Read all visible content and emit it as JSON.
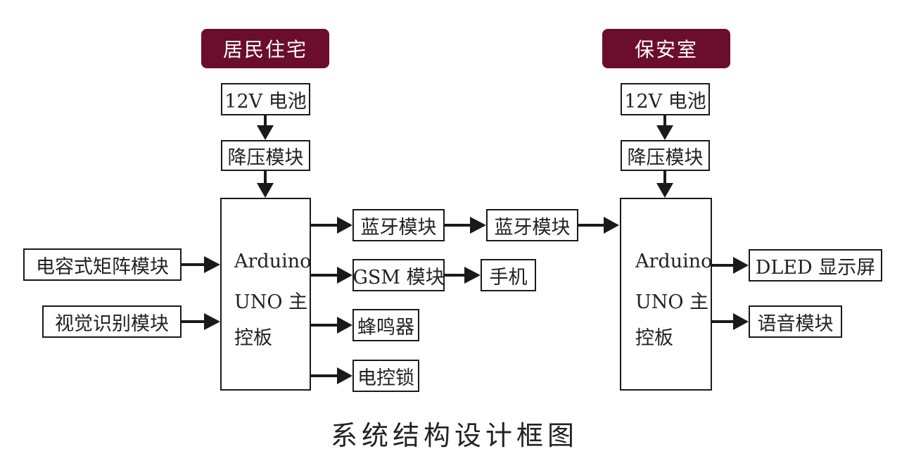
{
  "colors": {
    "header_bg": "#6b0d2d",
    "line": "#1a1a1a"
  },
  "left": {
    "header": "居民住宅",
    "battery": "12V 电池",
    "buck": "降压模块",
    "mcu": [
      "Arduino",
      "UNO 主",
      "控板"
    ],
    "inputs": {
      "matrix": "电容式矩阵模块",
      "vision": "视觉识别模块"
    },
    "outputs": {
      "bt": "蓝牙模块",
      "gsm": "GSM 模块",
      "buzzer": "蜂鸣器",
      "lock": "电控锁"
    }
  },
  "middle": {
    "bt": "蓝牙模块",
    "phone": "手机"
  },
  "right": {
    "header": "保安室",
    "battery": "12V 电池",
    "buck": "降压模块",
    "mcu": [
      "Arduino",
      "UNO 主",
      "控板"
    ],
    "outputs": {
      "dled": "DLED 显示屏",
      "voice": "语音模块"
    }
  },
  "caption": "系统结构设计框图"
}
